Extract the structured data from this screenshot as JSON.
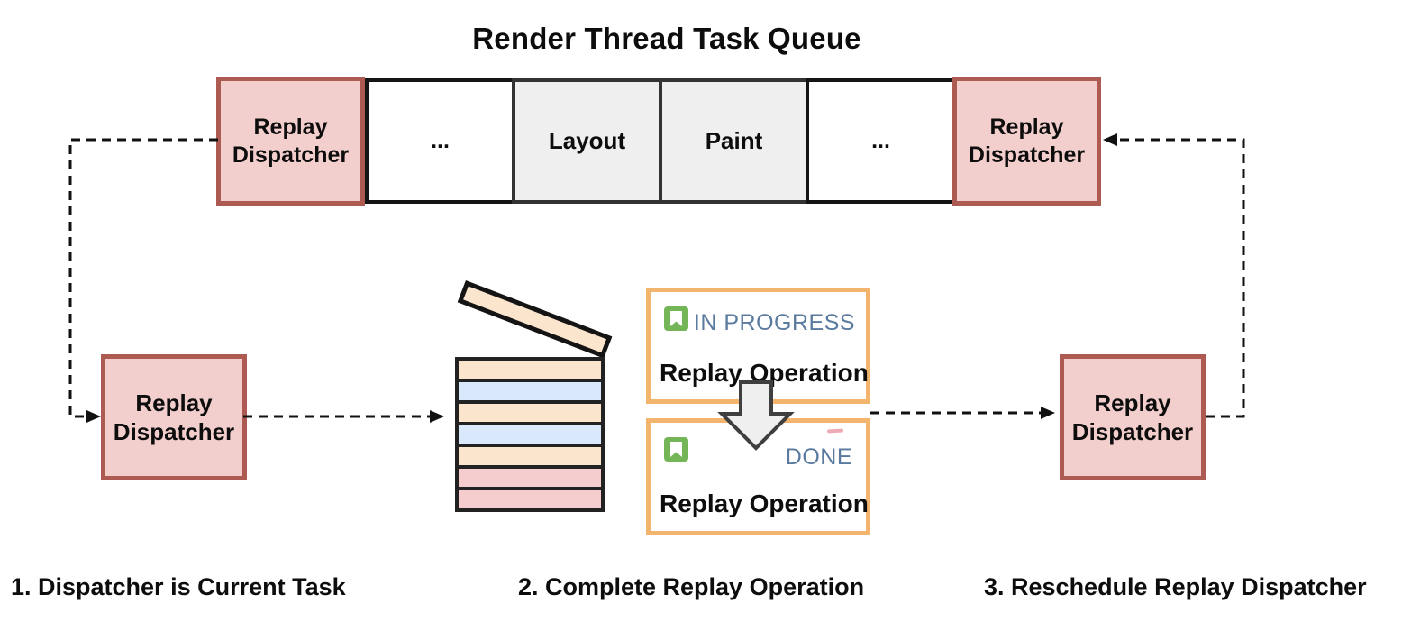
{
  "title": "Render Thread Task Queue",
  "queue": {
    "cells": [
      {
        "label": "Replay Dispatcher"
      },
      {
        "label": "..."
      },
      {
        "label": "Layout"
      },
      {
        "label": "Paint"
      },
      {
        "label": "..."
      },
      {
        "label": "Replay Dispatcher"
      }
    ]
  },
  "dispatchers": {
    "left": {
      "label": "Replay Dispatcher"
    },
    "right": {
      "label": "Replay Dispatcher"
    }
  },
  "cards": [
    {
      "status": "IN PROGRESS",
      "title": "Replay Operation",
      "icon": "bookmark-icon"
    },
    {
      "status": "DONE",
      "title": "Replay Operation",
      "icon": "bookmark-icon"
    }
  ],
  "stack": {
    "lid": "peach",
    "bars": [
      "peach",
      "blue",
      "peach",
      "blue",
      "peach",
      "pink",
      "pink"
    ]
  },
  "captions": [
    {
      "text": "1. Dispatcher is Current Task"
    },
    {
      "text": "2. Complete Replay Operation"
    },
    {
      "text": "3. Reschedule Replay Dispatcher"
    }
  ],
  "colors": {
    "dispatcher_fill": "#f2cfcd",
    "dispatcher_border": "#ac5a52",
    "queue_gray_fill": "#efefef",
    "card_border": "#f3b46e",
    "status_text": "#5a7a9e",
    "icon_green": "#74b558",
    "bar_peach": "#fce5cd",
    "bar_blue": "#dae8fc",
    "bar_pink": "#f5cdce",
    "connector": "#111111"
  }
}
